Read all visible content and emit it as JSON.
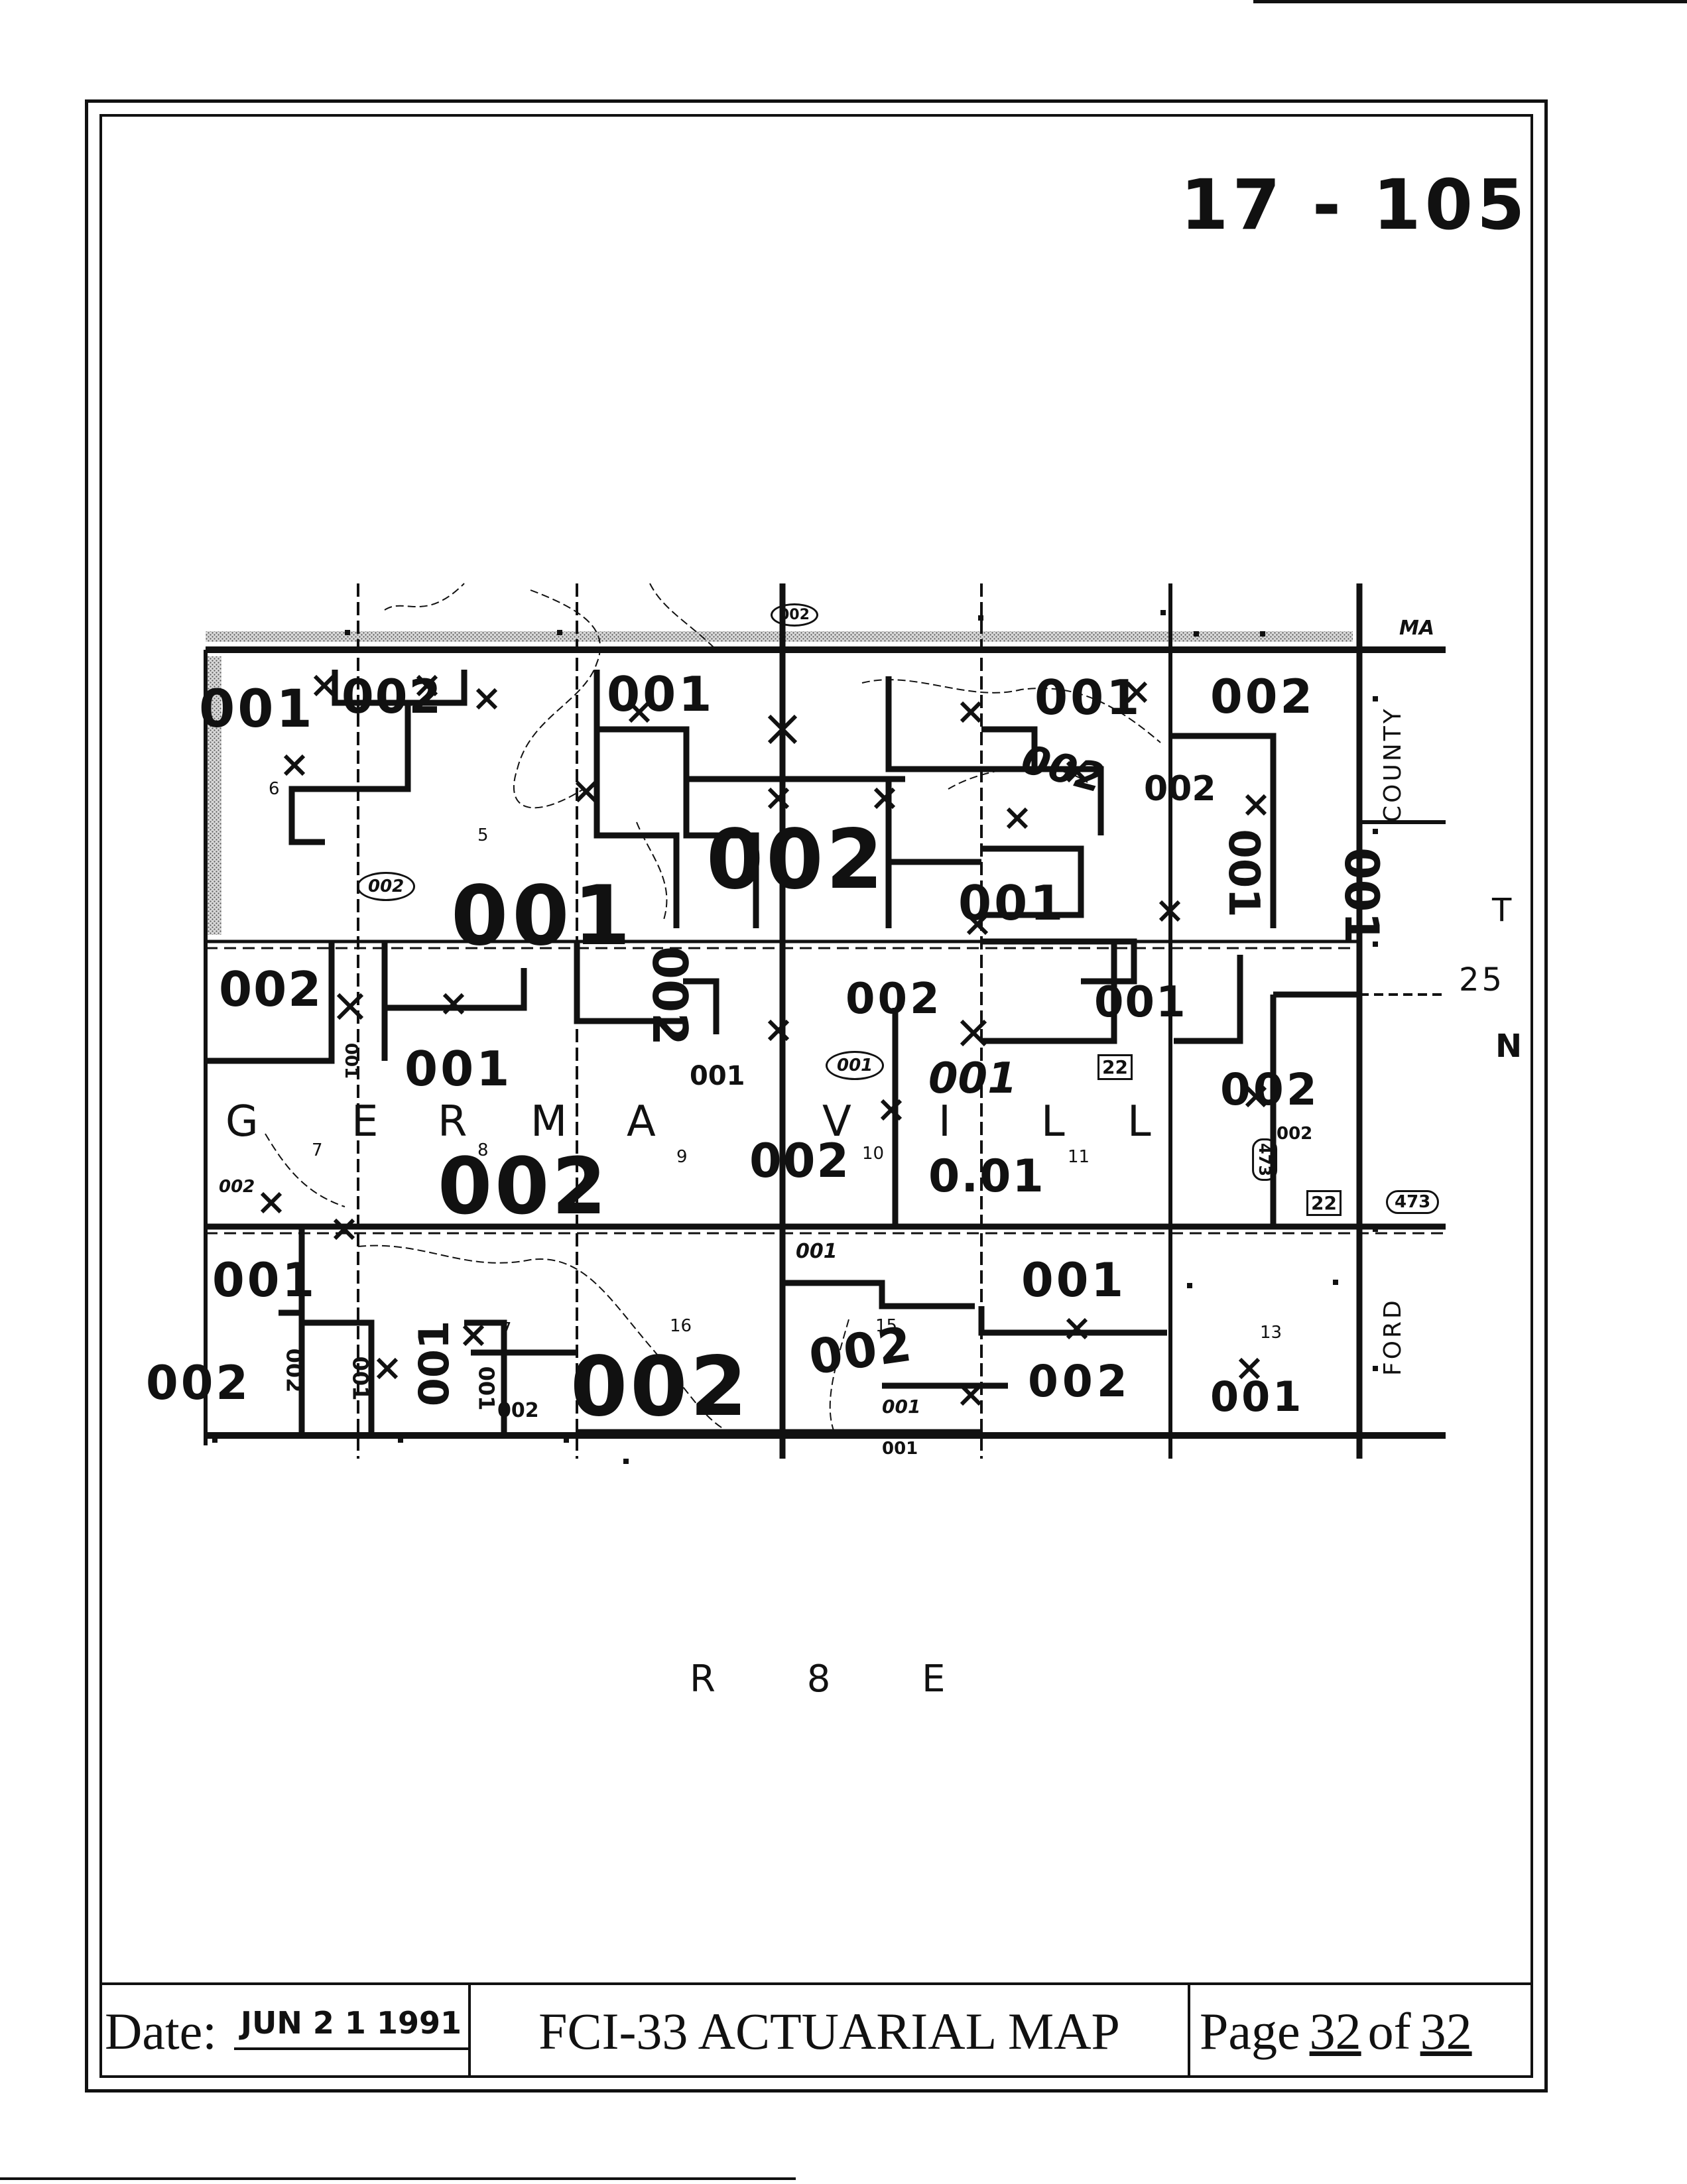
{
  "map_id": "17 - 105",
  "footer": {
    "date_label": "Date:",
    "date_value": "JUN 2 1 1991",
    "title": "FCI-33 ACTUARIAL MAP",
    "page_label": "Page",
    "page_current": "32",
    "page_of": "of",
    "page_total": "32"
  },
  "range_label": "R 8 E",
  "township": {
    "t": "T",
    "num": "25",
    "n": "N"
  },
  "county_labels": [
    "COUNTY",
    "FORD"
  ],
  "road_label": "MA",
  "town_letters": [
    "G",
    "E",
    "R",
    "M",
    "A",
    "V",
    "I",
    "L",
    "L"
  ],
  "highway_shields": [
    "22",
    "22",
    "473",
    "473"
  ],
  "circled_labels": [
    "002",
    "002",
    "001"
  ],
  "section_numbers": [
    "6",
    "5",
    "7",
    "8",
    "9",
    "10",
    "11",
    "16",
    "15",
    "13",
    "7"
  ],
  "zone_labels": [
    "001",
    "002",
    "001",
    "001",
    "002",
    "002",
    "001",
    "001",
    "002",
    "001",
    "001",
    "002",
    "002",
    "002",
    "001",
    "001",
    "001",
    "002",
    "002",
    "002",
    "001",
    "0.01",
    "002",
    "002",
    "001",
    "002",
    "001",
    "002",
    "001",
    "001",
    "002",
    "001",
    "002",
    "001",
    "002",
    "001",
    "001",
    "002",
    "002",
    "001",
    "001"
  ],
  "colors": {
    "ink": "#111111",
    "paper": "#ffffff",
    "stipple": "#9a9a9a"
  }
}
